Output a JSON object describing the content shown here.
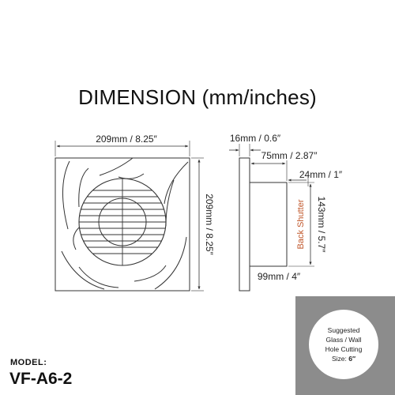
{
  "title": "DIMENSION (mm/inches)",
  "front_view": {
    "width_label": "209mm / 8.25″",
    "height_label": "209mm / 8.25″"
  },
  "side_view": {
    "panel_thickness_label": "16mm / 0.6″",
    "body_length_label": "75mm / 2.87″",
    "shutter_depth_label": "24mm / 1″",
    "body_height_label": "143mm / 5.7″",
    "shutter_label": "Back Shutter",
    "body_diameter_label": "99mm / 4″"
  },
  "model": {
    "label": "MODEL:",
    "code": "VF-A6-2"
  },
  "hole_note": {
    "line1": "Suggested",
    "line2": "Glass / Wall",
    "line3": "Hole Cutting",
    "line4_prefix": "Size: ",
    "line4_value": "6″"
  },
  "colors": {
    "line": "#333333",
    "accent": "#c0562a",
    "gray_box": "#8c8c8c"
  }
}
